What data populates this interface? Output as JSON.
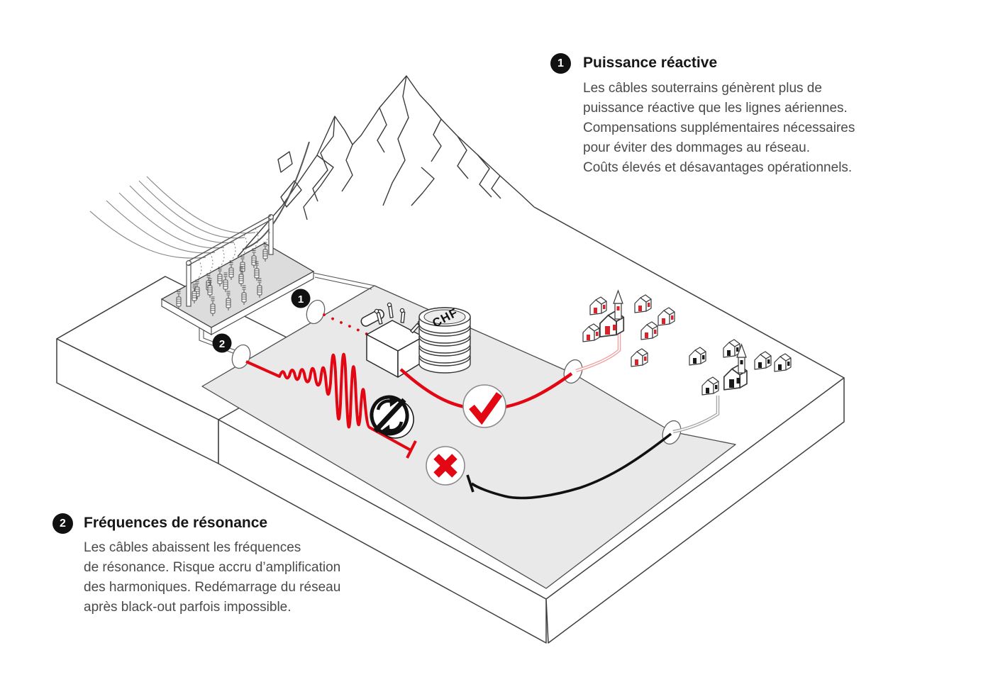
{
  "figure": {
    "annotations": [
      {
        "number": "1",
        "title": "Puissance réactive",
        "lines": [
          "Les câbles souterrains génèrent plus de",
          "puissance réactive que les lignes aériennes.",
          "Compensations supplémentaires nécessaires",
          "pour éviter des dommages au réseau.",
          "Coûts élevés et désavantages opérationnels."
        ]
      },
      {
        "number": "2",
        "title": "Fréquences de résonance",
        "lines": [
          "Les câbles abaissent les fréquences",
          "de résonance. Risque accru d’amplification",
          "des harmoniques. Redémarrage du réseau",
          "après black-out parfois impossible."
        ]
      }
    ],
    "markers": {
      "badge1": "1",
      "badge2": "2"
    },
    "coin_label": "CHF",
    "colors": {
      "red": "#e30613",
      "pink": "#f0a0a0",
      "ink": "#1a1a1a",
      "floor_gray": "#e9e9e9",
      "platform_gray": "#dcdcdc",
      "cable_gray": "#a5a5a5"
    }
  }
}
